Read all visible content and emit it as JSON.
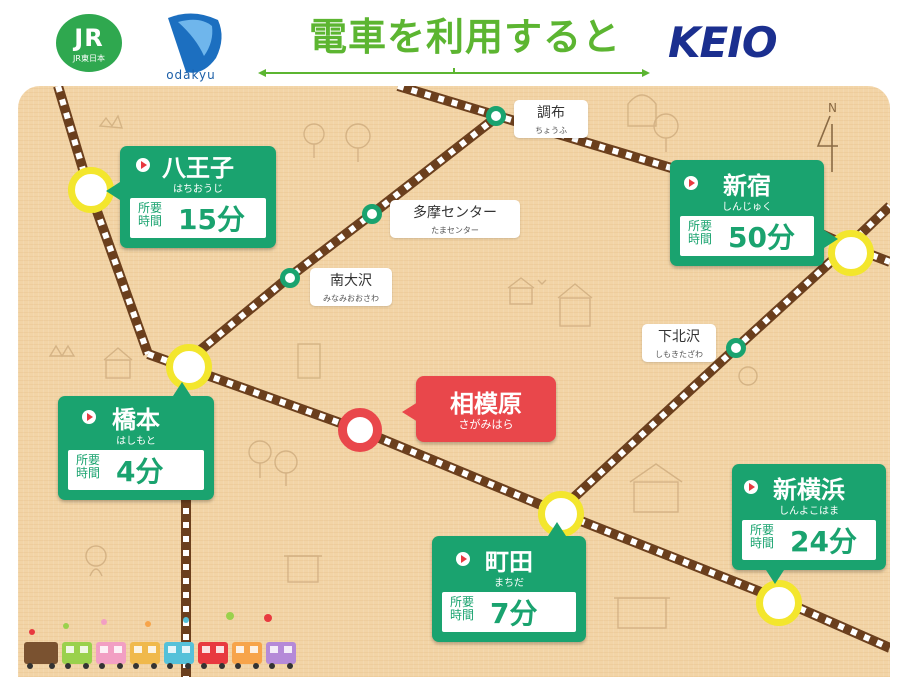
{
  "header": {
    "jr": {
      "mark": "JR",
      "sub": "JR東日本"
    },
    "odakyu": {
      "text": "odakyu"
    },
    "title": "電車を利用すると",
    "keio": {
      "text": "KEIO"
    }
  },
  "map": {
    "compass": "N",
    "center_station": {
      "name": "相模原",
      "kana": "さがみはら"
    },
    "destinations": {
      "hachioji": {
        "name": "八王子",
        "kana": "はちおうじ",
        "time_label_1": "所要",
        "time_label_2": "時間",
        "time": "15分"
      },
      "shinjuku": {
        "name": "新宿",
        "kana": "しんじゅく",
        "time_label_1": "所要",
        "time_label_2": "時間",
        "time": "50分"
      },
      "hashimoto": {
        "name": "橋本",
        "kana": "はしもと",
        "time_label_1": "所要",
        "time_label_2": "時間",
        "time": "4分"
      },
      "machida": {
        "name": "町田",
        "kana": "まちだ",
        "time_label_1": "所要",
        "time_label_2": "時間",
        "time": "7分"
      },
      "shinyokohama": {
        "name": "新横浜",
        "kana": "しんよこはま",
        "time_label_1": "所要",
        "time_label_2": "時間",
        "time": "24分"
      }
    },
    "via_stations": {
      "chofu": {
        "name": "調布",
        "kana": "ちょうふ"
      },
      "tama_center": {
        "name": "多摩センター",
        "kana": "たまセンター"
      },
      "minami_osawa": {
        "name": "南大沢",
        "kana": "みなみおおさわ"
      },
      "shimokitazawa": {
        "name": "下北沢",
        "kana": "しもきたざわ"
      }
    }
  },
  "colors": {
    "green": "#1aa36f",
    "red": "#e9474b",
    "yellow": "#f3e62d",
    "rail": "#6b3f1d",
    "title_green": "#5cb531",
    "keio_blue": "#1b2f8f"
  }
}
